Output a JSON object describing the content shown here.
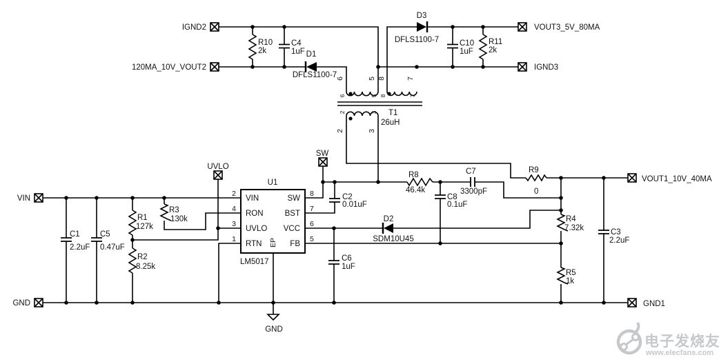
{
  "schematic": {
    "background": "#ffffff",
    "line_color": "#000000",
    "ports": {
      "ignd2": "IGND2",
      "vout2": "120MA_10V_VOUT2",
      "vout3": "VOUT3_5V_80MA",
      "ignd3": "IGND3",
      "uvlo": "UVLO",
      "sw": "SW",
      "vin": "VIN",
      "gnd": "GND",
      "vout1": "VOUT1_10V_40MA",
      "gnd1": "GND1",
      "gnd_sym": "GND"
    },
    "components": {
      "r1": {
        "ref": "R1",
        "val": "127k"
      },
      "r2": {
        "ref": "R2",
        "val": "8.25k"
      },
      "r3": {
        "ref": "R3",
        "val": "130k"
      },
      "r4": {
        "ref": "R4",
        "val": "7.32k"
      },
      "r5": {
        "ref": "R5",
        "val": "1k"
      },
      "r8": {
        "ref": "R8",
        "val": "46.4k"
      },
      "r9": {
        "ref": "R9",
        "val": "0"
      },
      "r10": {
        "ref": "R10",
        "val": "2k"
      },
      "r11": {
        "ref": "R11",
        "val": "2k"
      },
      "c1": {
        "ref": "C1",
        "val": "2.2uF"
      },
      "c2": {
        "ref": "C2",
        "val": "0.01uF"
      },
      "c3": {
        "ref": "C3",
        "val": "2.2uF"
      },
      "c4": {
        "ref": "C4",
        "val": "1uF"
      },
      "c5": {
        "ref": "C5",
        "val": "0.47uF"
      },
      "c6": {
        "ref": "C6",
        "val": "1uF"
      },
      "c7": {
        "ref": "C7",
        "val": "3300pF"
      },
      "c8": {
        "ref": "C8",
        "val": "0.1uF"
      },
      "c10": {
        "ref": "C10",
        "val": "1uF"
      },
      "d1": {
        "ref": "D1",
        "val": "DFLS1100-7"
      },
      "d2": {
        "ref": "D2",
        "val": "SDM10U45"
      },
      "d3": {
        "ref": "D3",
        "val": "DFLS1100-7"
      },
      "t1": {
        "ref": "T1",
        "val": "26uH",
        "pins": {
          "p2": "2",
          "p3": "3",
          "p5": "5",
          "p6": "6",
          "p7": "7",
          "p8": "8"
        }
      },
      "u1": {
        "ref": "U1",
        "part": "LM5017",
        "ep": "EP",
        "pins_left": [
          {
            "num": "2",
            "name": "VIN"
          },
          {
            "num": "4",
            "name": "RON"
          },
          {
            "num": "3",
            "name": "UVLO"
          },
          {
            "num": "1",
            "name": "RTN"
          }
        ],
        "pins_right": [
          {
            "num": "8",
            "name": "SW"
          },
          {
            "num": "7",
            "name": "BST"
          },
          {
            "num": "6",
            "name": "VCC"
          },
          {
            "num": "5",
            "name": "FB"
          }
        ]
      }
    },
    "watermark": {
      "brand": "电子发烧友",
      "url": "www.elecfans.com",
      "color": "#c6c9cc"
    }
  }
}
